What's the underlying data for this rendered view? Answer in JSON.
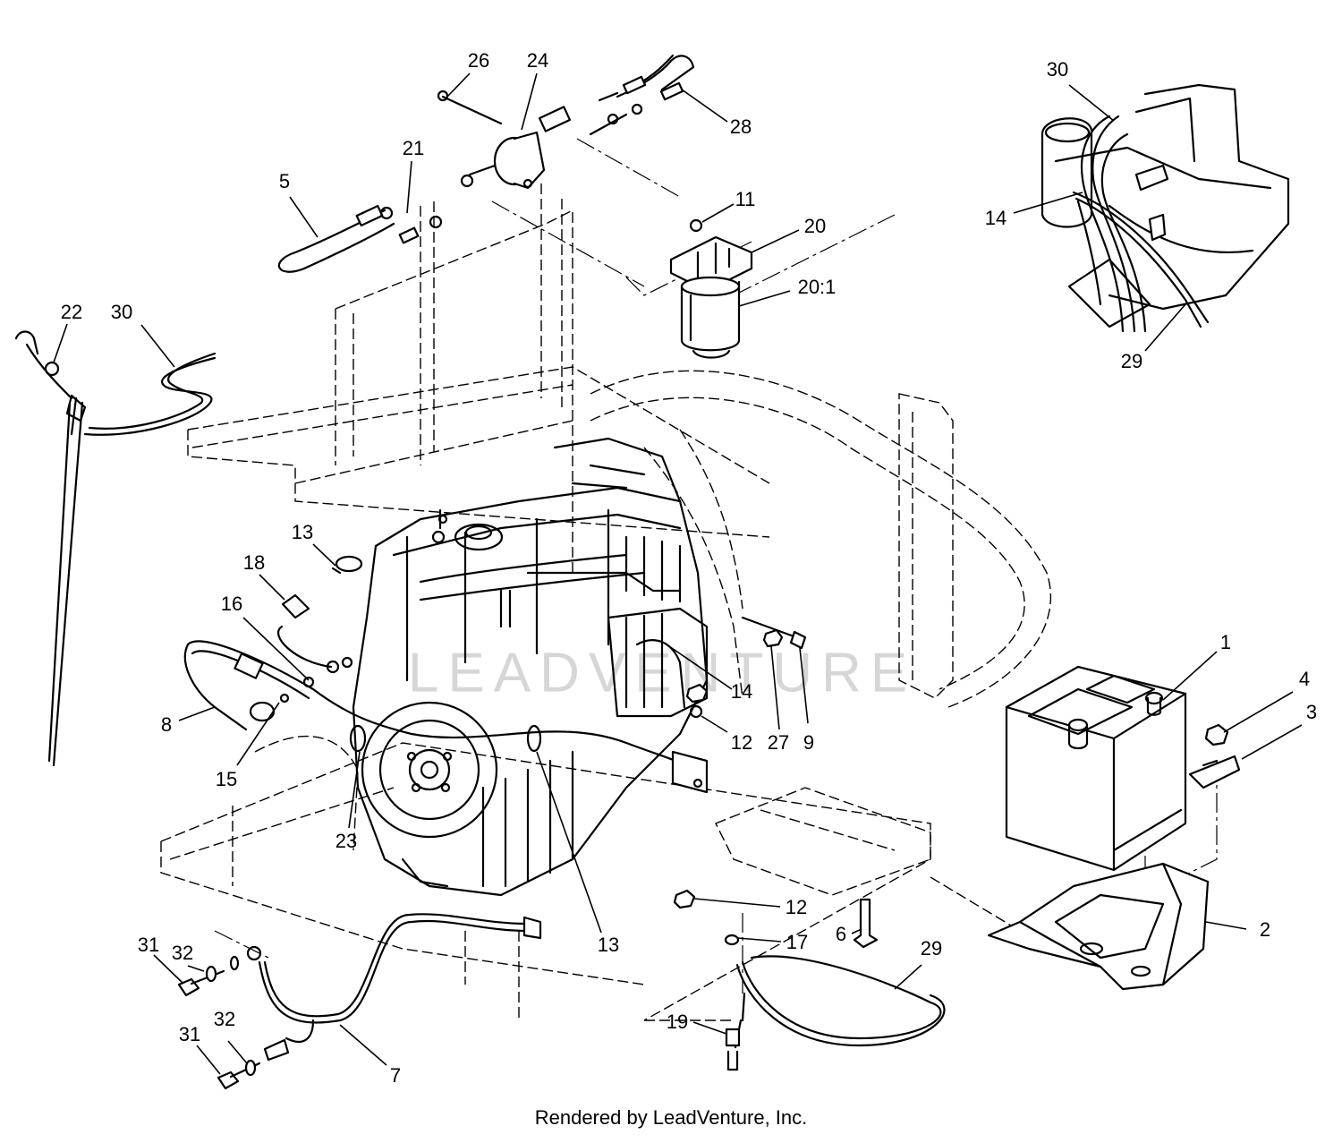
{
  "diagram": {
    "watermark": "LEADVENTURE",
    "footer": "Rendered by LeadVenture, Inc.",
    "callouts": [
      {
        "id": "c26",
        "label": "26"
      },
      {
        "id": "c24",
        "label": "24"
      },
      {
        "id": "c28",
        "label": "28"
      },
      {
        "id": "c21",
        "label": "21"
      },
      {
        "id": "c5",
        "label": "5"
      },
      {
        "id": "c11",
        "label": "11"
      },
      {
        "id": "c20",
        "label": "20"
      },
      {
        "id": "c20_1",
        "label": "20:1"
      },
      {
        "id": "c22",
        "label": "22"
      },
      {
        "id": "c30a",
        "label": "30"
      },
      {
        "id": "c30b",
        "label": "30"
      },
      {
        "id": "c14a",
        "label": "14"
      },
      {
        "id": "c29a",
        "label": "29"
      },
      {
        "id": "c13a",
        "label": "13"
      },
      {
        "id": "c18",
        "label": "18"
      },
      {
        "id": "c16",
        "label": "16"
      },
      {
        "id": "c8",
        "label": "8"
      },
      {
        "id": "c15",
        "label": "15"
      },
      {
        "id": "c23",
        "label": "23"
      },
      {
        "id": "c14b",
        "label": "14"
      },
      {
        "id": "c12a",
        "label": "12"
      },
      {
        "id": "c27",
        "label": "27"
      },
      {
        "id": "c9",
        "label": "9"
      },
      {
        "id": "c1",
        "label": "1"
      },
      {
        "id": "c4",
        "label": "4"
      },
      {
        "id": "c3",
        "label": "3"
      },
      {
        "id": "c13b",
        "label": "13"
      },
      {
        "id": "c12b",
        "label": "12"
      },
      {
        "id": "c17",
        "label": "17"
      },
      {
        "id": "c6",
        "label": "6"
      },
      {
        "id": "c2",
        "label": "2"
      },
      {
        "id": "c29b",
        "label": "29"
      },
      {
        "id": "c19",
        "label": "19"
      },
      {
        "id": "c32a",
        "label": "32"
      },
      {
        "id": "c31a",
        "label": "31"
      },
      {
        "id": "c32b",
        "label": "32"
      },
      {
        "id": "c31b",
        "label": "31"
      },
      {
        "id": "c7",
        "label": "7"
      }
    ]
  }
}
